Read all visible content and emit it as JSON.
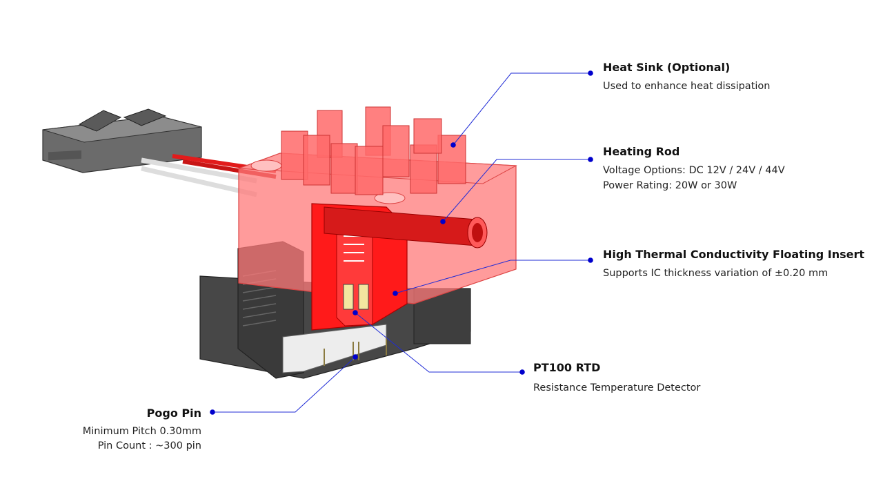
{
  "colors": {
    "leader_line": "#1f2bd6",
    "leader_dot": "#0000cc",
    "housing_red": "#ff2a2a",
    "housing_translucent": "#ff8a8a",
    "dark_plastic": "#4a4a4a",
    "text": "#111111"
  },
  "callouts": {
    "heat_sink": {
      "title": "Heat Sink (Optional)",
      "desc": "Used to enhance heat dissipation"
    },
    "heating_rod": {
      "title": "Heating Rod",
      "desc_line1": "Voltage Options: DC 12V / 24V / 44V",
      "desc_line2": "Power Rating: 20W or 30W"
    },
    "floating_insert": {
      "title": "High Thermal Conductivity Floating Insert",
      "desc": "Supports IC thickness variation of ±0.20 mm"
    },
    "pt100": {
      "title": "PT100 RTD",
      "desc": "Resistance Temperature Detector"
    },
    "pogo_pin": {
      "title": "Pogo Pin",
      "desc_line1": "Minimum Pitch 0.30mm",
      "desc_line2": "Pin Count : ~300 pin"
    }
  }
}
